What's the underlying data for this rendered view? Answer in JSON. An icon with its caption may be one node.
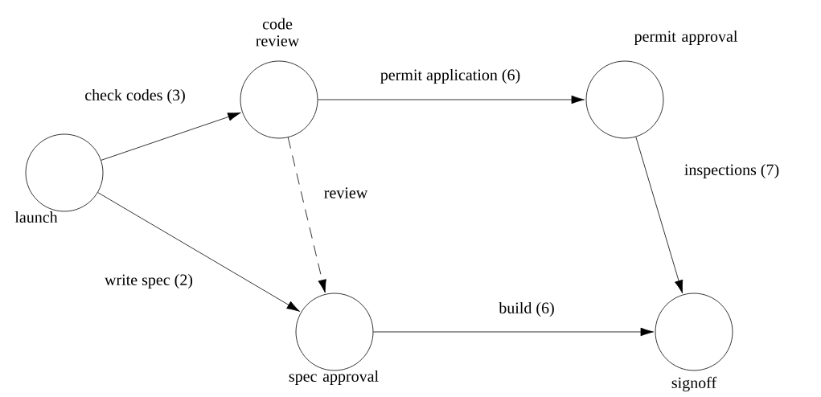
{
  "diagram": {
    "nodes": [
      {
        "text": [
          "launch"
        ]
      },
      {
        "text": [
          "code review"
        ]
      },
      {
        "text": [
          "permit approval"
        ]
      },
      {
        "text": [
          "spec approval"
        ]
      },
      {
        "text": [
          "signoff"
        ]
      }
    ],
    "edges": [
      {
        "from": 0,
        "to": 1,
        "arrow": "to",
        "label": "check codes (3)"
      },
      {
        "from": 1,
        "to": 2,
        "arrow": "to",
        "label": "permit application (6)"
      },
      {
        "from": 0,
        "to": 3,
        "arrow": "to",
        "label": "write spec (2)"
      },
      {
        "from": 1,
        "to": 3,
        "arrow": "to",
        "label": "review",
        "style": "dashed"
      },
      {
        "from": 2,
        "to": 4,
        "arrow": "to",
        "label": "inspections (7)"
      },
      {
        "from": 3,
        "to": 4,
        "arrow": "to",
        "label": "build (6)"
      }
    ]
  }
}
